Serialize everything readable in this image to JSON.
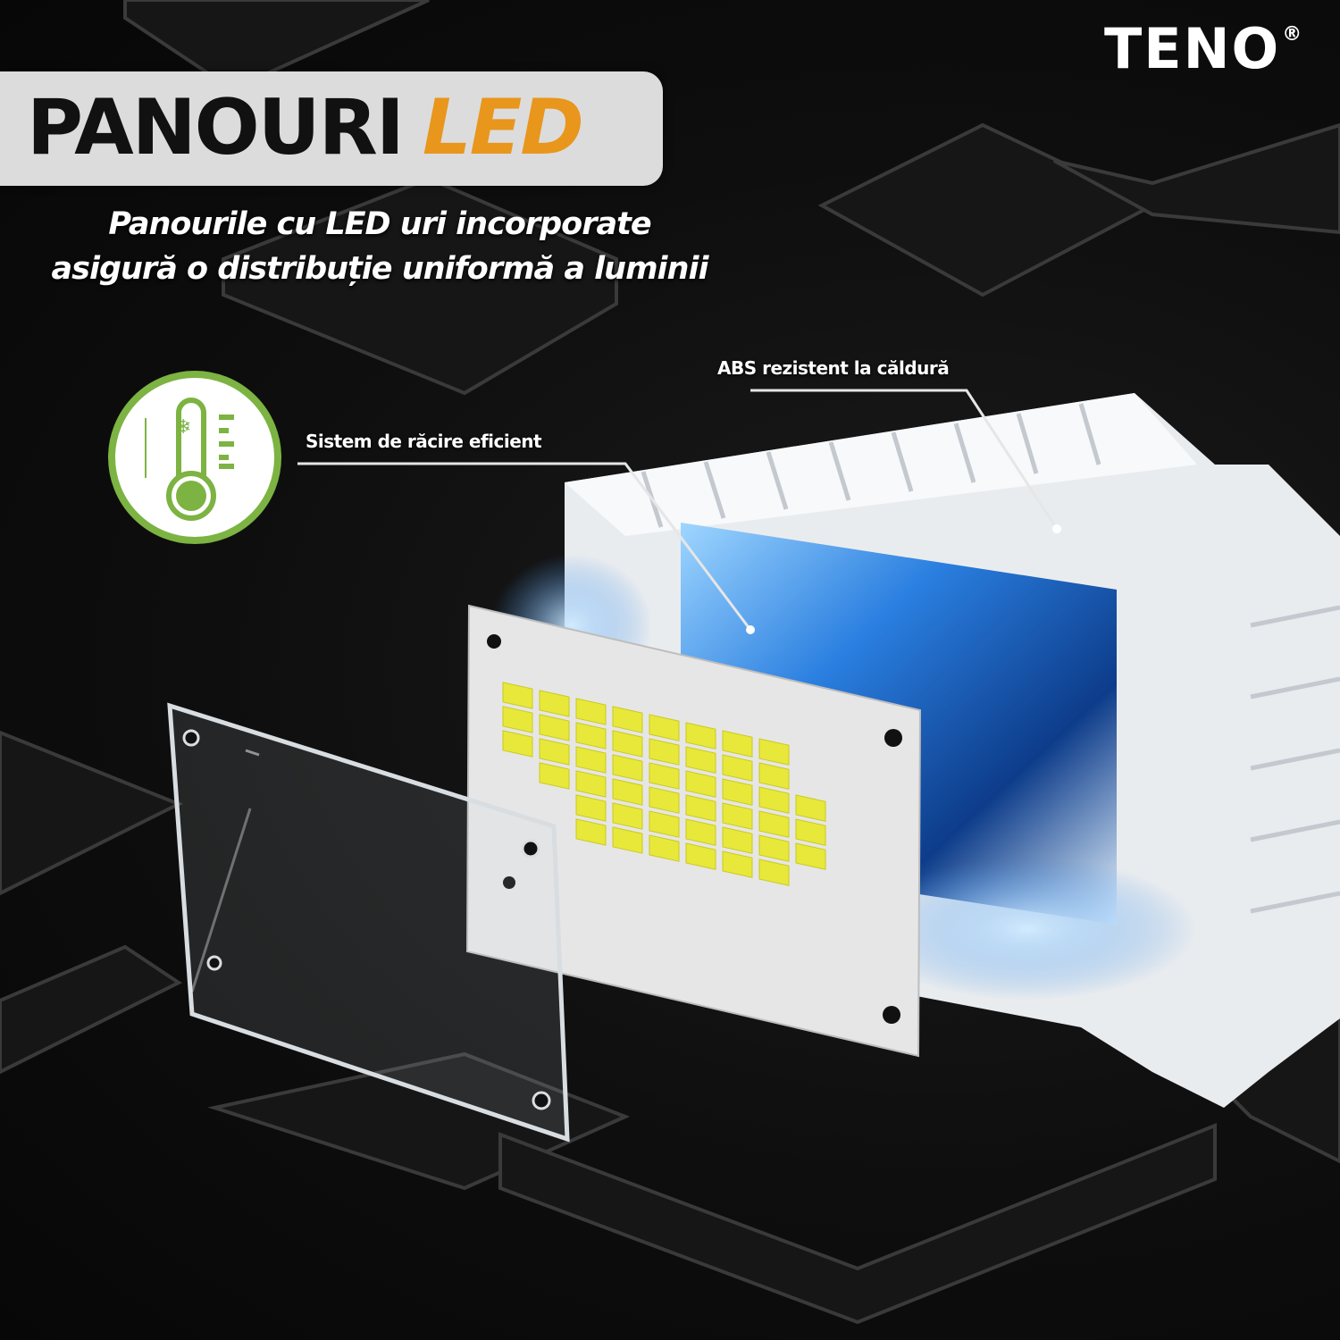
{
  "brand": {
    "logo": "TENO",
    "registered_mark": "®"
  },
  "title": {
    "word1": "PANOURI",
    "word2": "LED"
  },
  "subtitle": {
    "line1": "Panourile cu LED uri incorporate",
    "line2": "asigură o distribuție uniformă a luminii"
  },
  "callouts": {
    "cooling": "Sistem de răcire eficient",
    "abs": "ABS rezistent la căldură"
  },
  "icons": {
    "feature_icon": "thermometer-snowflake-icon"
  },
  "colors": {
    "accent_orange": "#e8961c",
    "icon_green": "#7cb342",
    "led_yellow": "#e8e83a",
    "glow_blue": "#2a7fe0"
  }
}
